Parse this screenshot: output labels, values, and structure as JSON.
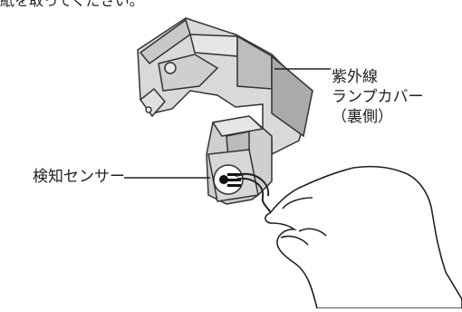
{
  "top_text": "紙を取ってください。",
  "labels": {
    "uv_lamp_cover": {
      "line1": "紫外線",
      "line2": "ランプカバー",
      "line3": "（裏側）"
    },
    "detection_sensor": "検知センサー"
  }
}
